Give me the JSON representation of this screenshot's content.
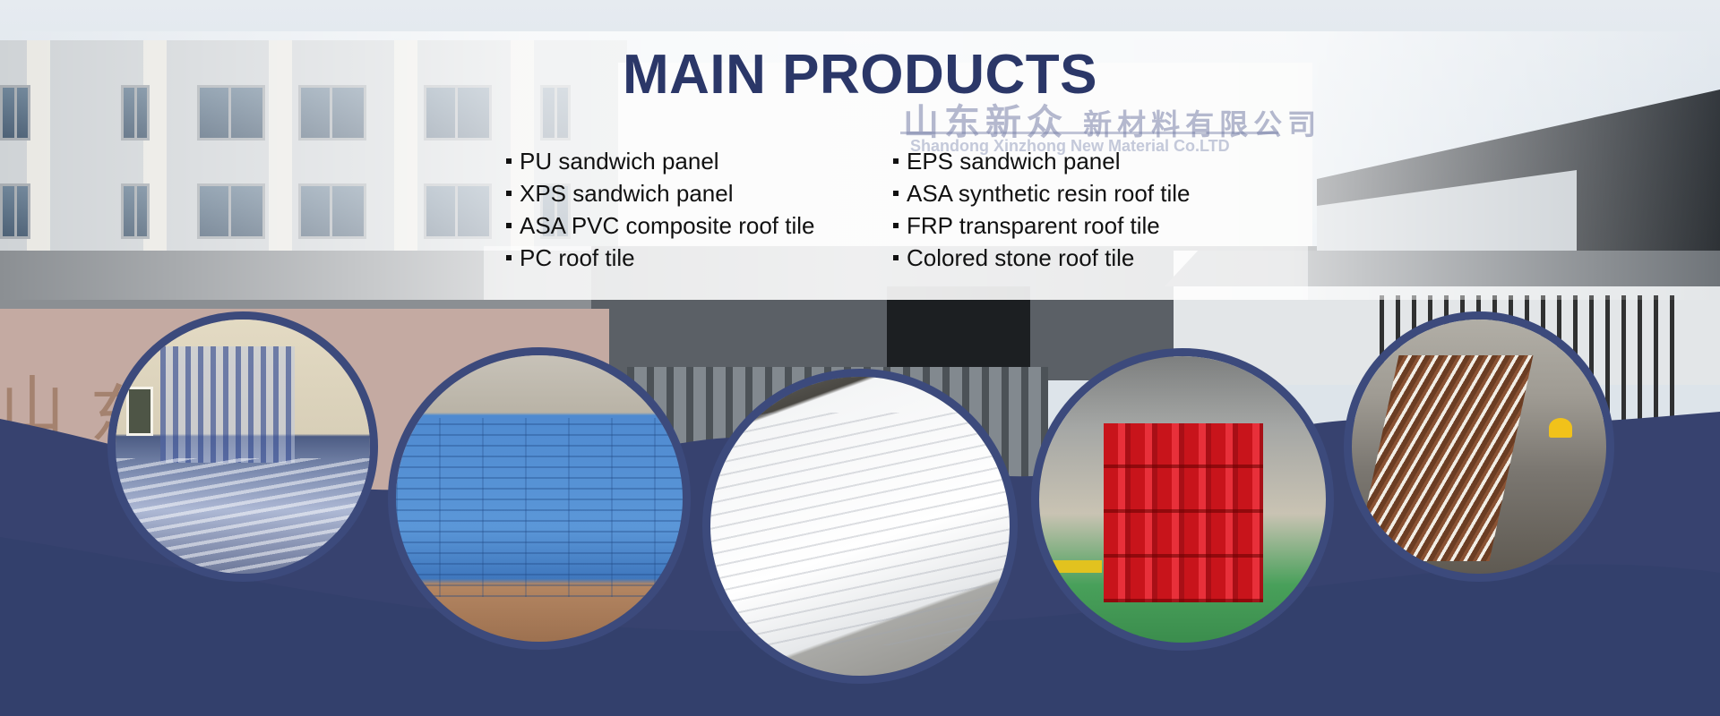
{
  "banner": {
    "title": "MAIN PRODUCTS",
    "products_left": [
      "PU sandwich panel",
      "XPS sandwich panel",
      "ASA PVC composite roof tile",
      "PC roof tile"
    ],
    "products_right": [
      "EPS sandwich panel",
      "ASA synthetic resin roof tile",
      "FRP transparent roof tile",
      "Colored stone roof tile"
    ]
  },
  "company_sign": {
    "cn_name_part1": "山东新众",
    "cn_name_part2": "新材料有限公司",
    "en_name": "Shandong Xinzhong New Material Co.LTD"
  },
  "colors": {
    "title": "#2b3768",
    "wave_navy": "#37426f",
    "circle_border": "#3c4a7c"
  },
  "product_photos": [
    {
      "icon": "frp-transparent-tile-photo"
    },
    {
      "icon": "xps-blue-board-photo"
    },
    {
      "icon": "eps-white-panel-photo"
    },
    {
      "icon": "red-resin-tile-photo"
    },
    {
      "icon": "pu-brown-panel-photo"
    }
  ]
}
